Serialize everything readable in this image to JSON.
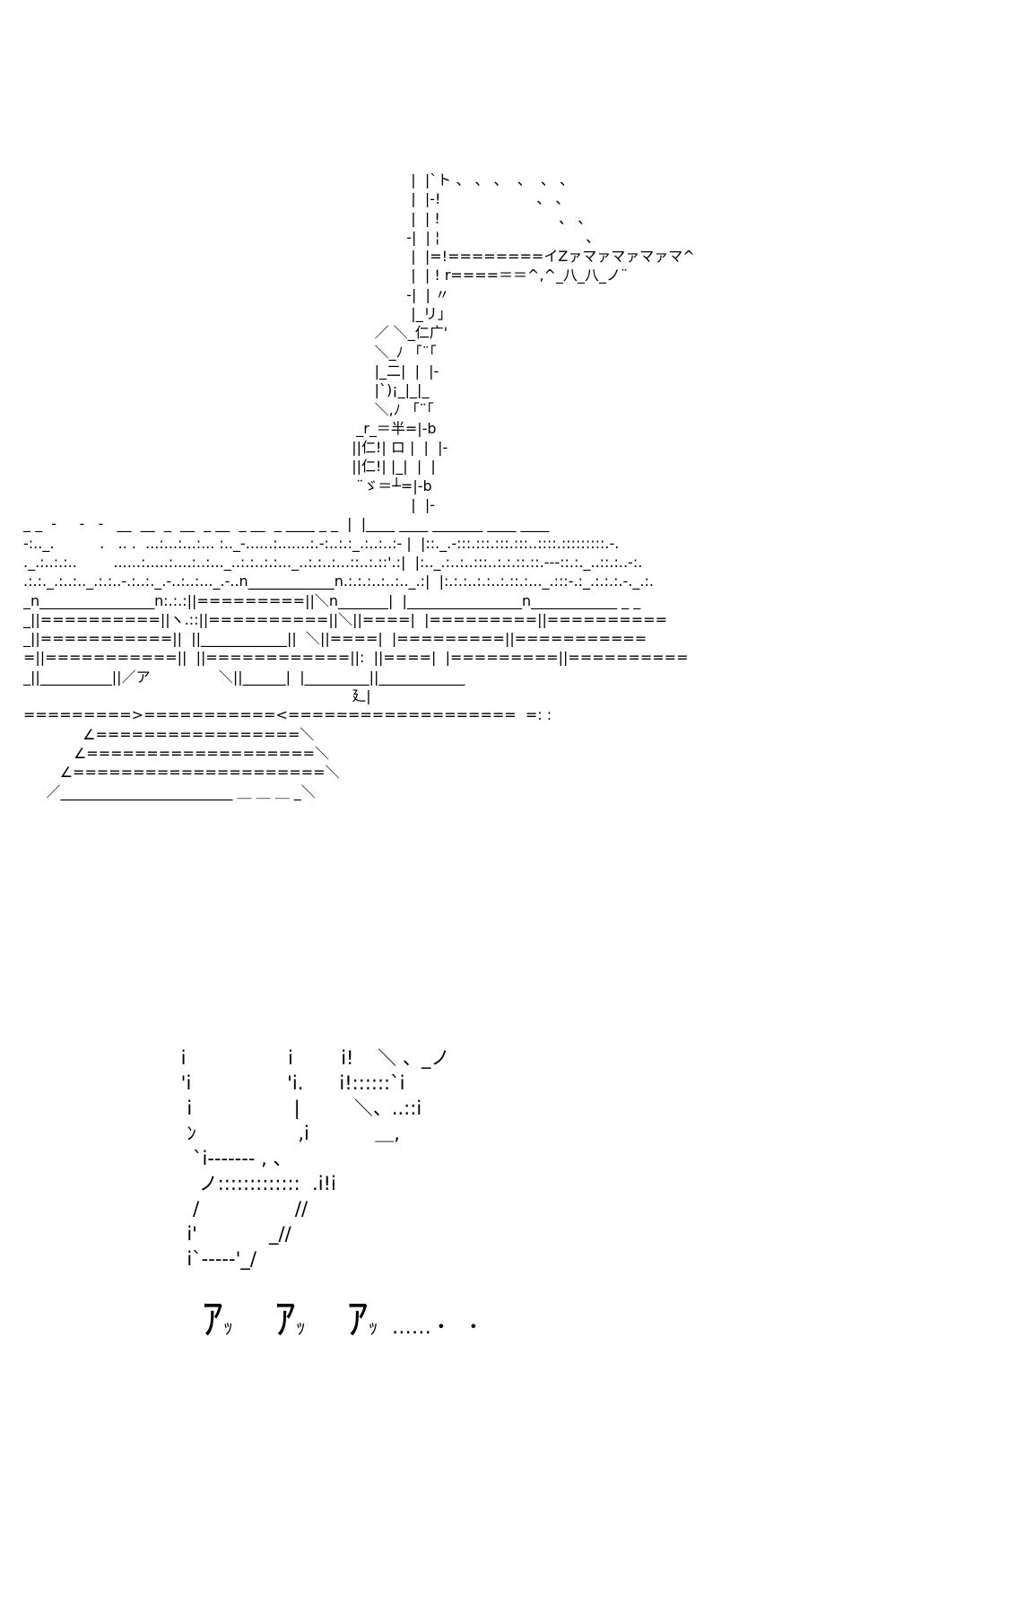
{
  "scene_art": "                                                                                     |  |`ト 、 、 、  、  、 、\n                                                                                     |  |-!                     、 、\n                                                                                     |  | !                          、 、\n                                                                                    -|  | ¦                                、\n                                                                                     |  |=!========イZァマァマァマァマ^\n                                                                                     |  | ! r====＝＝^,^_八_八_ノ¨\n                                                                                    -|  | 〃\n                                                                                     |_リ」\n                                                                             ／ ＼_仁广'\n                                                                             ＼_ﾉ 「¨｢\n                                                                             |_二|  |  |-\n                                                                             |`)¡_|_|_\n                                                                             ＼,ﾉ 「¨｢\n                                                                         _r_＝半=|-b\n                                                                        ||仁!| ロ |  |  |-\n                                                                        ||仁!| |_|  |  |\n                                                                         ¨ゞ＝┴=|-b\n                                                                                     |  |-\n_ _  -     -   -   __  __  _  __  _ __  _ __  _ ____ _ _  |  |____ ____ _______ ____ ____\n-:.._.          .   .. .  ...:...:...:... :.._-......:.......:.-:..:.:_.:..:..:- |  |::._.-:::.:::.:::.:::..::::.:::::::::.-.\n._.:..:.:..        ......:.....:....:..:..._..:.:..:.:..._..:.:..:...::..:.::'.:|  |:.._.:..:..:::..:.:.::.::.---::.:._..::.:..-:.\n.:.:._.:..:.._.:.:..-.:..:._.-..:..:..._.-..n____________n.:.:.:..:..:.._.:|  |:.:.:..:.:..:.::.:..._.:::-.:_.:.:.:.-._.:.\n_n________________n:.:.:||=========||＼n_______|  |________________n____________ _ _\n_||==========||ヽ.::||==========||＼||====|  |=========||==========\n_||===========||  ||____________||  ＼||====|  |=========||===========\n=||===========||  ||============||:  ||====|  |=========||==========\n_||__________||／ア               ＼||______|  |_________||____________\n                                                                        廴|\n=========>===========<===================  =: :\n             ∠=================＼\n           ∠===================＼\n        ∠=====================＼\n     ／________________________ ＿ ＿ ＿ _＼",
  "hand_art": " i                 i        i!    ＼ 、_ノ\n 'i                'i.      i!::::::`i\n  i                 |         ＼、..::i\n  ﾝ                 ,i           ＿,\n   `i------- , 、\n    ノ:::::::::::::  .i!i\n   /                //\n  i'            _//\n  i`-----'_/",
  "sfx": {
    "syllables": [
      "ｱ",
      "ｯ",
      "ｱ",
      "ｯ",
      "ｱ",
      "ｯ"
    ],
    "trail": "……・  ・"
  }
}
